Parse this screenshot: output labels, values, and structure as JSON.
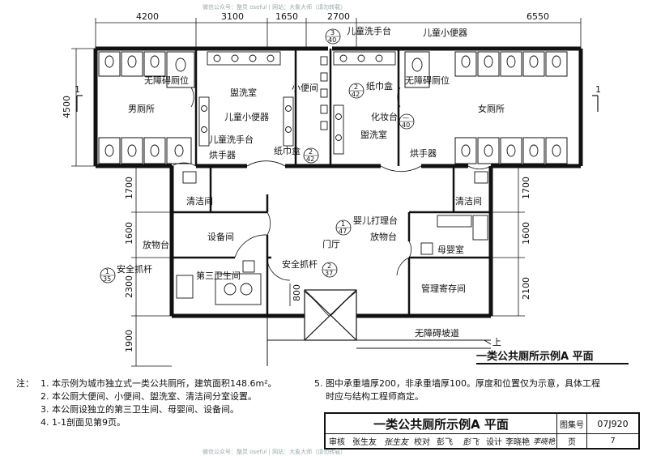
{
  "watermark": "微信公众号：整炅 oseful | 网站：大象大师（请勿转载）",
  "dimensions": {
    "top": [
      "4200",
      "3100",
      "1650",
      "2700",
      "6550"
    ],
    "left_total": "4500",
    "left": [
      "1700",
      "1600",
      "2300",
      "1900"
    ],
    "right": [
      "1700",
      "1600",
      "2100"
    ],
    "door": "800"
  },
  "section_marker": "1",
  "rooms": {
    "mens": "男厕所",
    "womens": "女厕所",
    "washroom_left": "盥洗室",
    "washroom_right": "盥洗室",
    "urinal_room": "小便间",
    "cleaning_left": "清洁间",
    "cleaning_right": "清洁间",
    "equipment": "设备间",
    "third_restroom": "第三卫生间",
    "lobby": "门厅",
    "mother_baby": "母婴室",
    "management": "管理寄存间"
  },
  "labels": {
    "accessible_stall_left": "无障碍厕位",
    "accessible_stall_right": "无障碍厕位",
    "child_urinal_left": "儿童小便器",
    "child_urinal_right": "儿童小便器",
    "child_basin_left": "儿童洗手台",
    "child_basin_top": "儿童洗手台",
    "hand_dryer_left": "烘手器",
    "hand_dryer_right": "烘手器",
    "tissue_left": "纸巾盒",
    "tissue_right": "纸巾盒",
    "vanity": "化妆台",
    "shelf_left": "放物台",
    "shelf_right": "放物台",
    "grab_bar_left": "安全抓杆",
    "grab_bar_mid": "安全抓杆",
    "baby_table": "婴儿打理台",
    "ramp": "无障碍坡道",
    "up": "上"
  },
  "detail_refs": {
    "basin_top": {
      "num": "3",
      "page": "40"
    },
    "tissue_left": {
      "num": "2",
      "page": "42"
    },
    "tissue_right": {
      "num": "2",
      "page": "42"
    },
    "vanity": {
      "num": "—",
      "page": "40"
    },
    "baby_table": {
      "num": "1",
      "page": "47"
    },
    "grab_bar_left": {
      "num": "1",
      "page": "35"
    },
    "grab_bar_mid": {
      "num": "2",
      "page": "37"
    }
  },
  "plan_title": "一类公共厕所示例A 平面",
  "notes": {
    "head": "注：",
    "n1": "1. 本示例为城市独立式一类公共厕所，建筑面积148.6m²。",
    "n2": "2. 本公厕大便间、小便间、盥洗室、清洁间分室设置。",
    "n3": "3. 本公厕设独立的第三卫生间、母婴间、设备间。",
    "n4": "4. 1-1剖面见第9页。",
    "n5a": "5. 图中承重墙厚200，非承重墙厚100。厚度和位置仅为示意，具体工程",
    "n5b": "时应与结构工程师商定。"
  },
  "title_block": {
    "title": "一类公共厕所示例A 平面",
    "atlas_label": "图集号",
    "atlas_no": "07J920",
    "review_label": "审核",
    "reviewer": "张生友",
    "review_sign": "张生友",
    "check_label": "校对",
    "checker": "彭飞",
    "check_sign": "彭飞",
    "design_label": "设计",
    "designer": "李晓艳",
    "design_sign": "李晓艳",
    "page_label": "页",
    "page_no": "7"
  }
}
